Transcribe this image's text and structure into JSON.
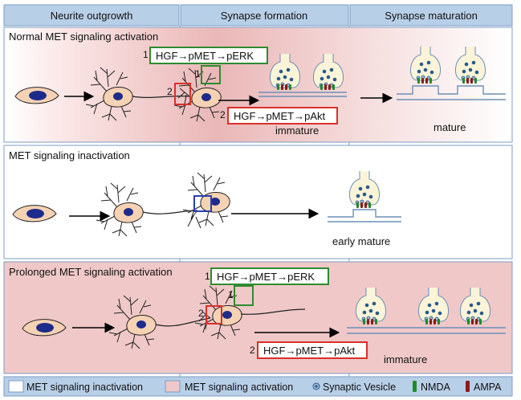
{
  "headers": {
    "col1": "Neurite outgrowth",
    "col2": "Synapse formation",
    "col3": "Synapse maturation"
  },
  "panels": {
    "normal": {
      "title": "Normal MET signaling activation",
      "erk_num": "1",
      "erk_text": "HGF→pMET→pERK",
      "akt_num": "2",
      "akt_text": "HGF→pMET→pAkt",
      "label_immature": "immature",
      "label_mature": "mature",
      "box1": "1",
      "box2": "2"
    },
    "inactivation": {
      "title": "MET signaling inactivation",
      "label": "early mature"
    },
    "prolonged": {
      "title": "Prolonged MET signaling activation",
      "erk_num": "1",
      "erk_text": "HGF→pMET→pERK",
      "akt_num": "2",
      "akt_text": "HGF→pMET→pAkt",
      "label": "immature",
      "box1": "1",
      "box2": "2"
    }
  },
  "legend": {
    "inactivation": "MET signaling inactivation",
    "activation": "MET signaling activation",
    "vesicle": "Synaptic Vesicle",
    "nmda": "NMDA",
    "ampa": "AMPA"
  },
  "colors": {
    "header_bg": "#b8cfe8",
    "panel_border": "#7a9cc4",
    "pink": "#f0c8c8",
    "green_box": "#2e8b2e",
    "red_box": "#d9302a",
    "blue_box": "#2a3fa8",
    "nucleus": "#1d2b8a",
    "soma": "#f6d2b4",
    "nmda": "#1f8a2a",
    "ampa": "#8b1a1a",
    "bouton": "#fbf4d8",
    "vesicle": "#2a5a8a"
  }
}
